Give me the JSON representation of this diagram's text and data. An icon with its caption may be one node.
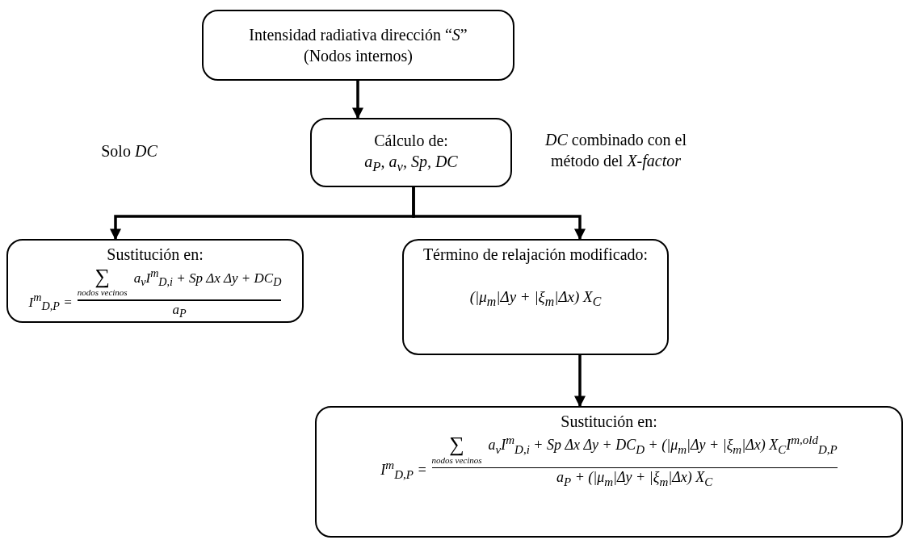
{
  "diagram": {
    "nodes": [
      {
        "text": [
          "Intensidad radiativa dirección “*S*”",
          "(Nodos internos)"
        ]
      },
      {
        "text": [
          "Cálculo de:",
          "a$_{P}$, a$_{v}$, Sp, DC"
        ]
      },
      {
        "text": [
          "Sustitución en:",
          "I$^{m}$$_{D,P}$ =",
          "∑",
          "nodos vecinos",
          "a$_{v}$I$^{m}$$_{D,i}$ + Sp Δx Δy + DC$_{D}$",
          "a$_{P}$"
        ]
      },
      {
        "text": [
          "Término de relajación modificado:",
          "(|μ$_{m}$|Δy + |ξ$_{m}$|Δx) X$_{C}$"
        ]
      },
      {
        "text": [
          "Sustitución en:",
          "I$^{m}$$_{D,P}$ =",
          "∑",
          "nodos vecinos",
          "a$_{v}$I$^{m}$$_{D,i}$ + Sp Δx Δy + DC$_{D}$ + (|μ$_{m}$|Δy + |ξ$_{m}$|Δx) X$_{C}$I$^{m,old}$$_{D,P}$",
          "a$_{P}$ + (|μ$_{m}$|Δy + |ξ$_{m}$|Δx) X$_{C}$"
        ]
      }
    ],
    "edges": [
      {
        "from": 0,
        "to": 1,
        "arrow": "to"
      },
      {
        "from": 1,
        "to": 2,
        "arrow": "to"
      },
      {
        "from": 1,
        "to": 3,
        "arrow": "to"
      },
      {
        "from": 3,
        "to": 4,
        "arrow": "to"
      }
    ],
    "labels": [
      "Solo *DC*",
      "*DC* combinado con el método del *X-factor*"
    ]
  }
}
